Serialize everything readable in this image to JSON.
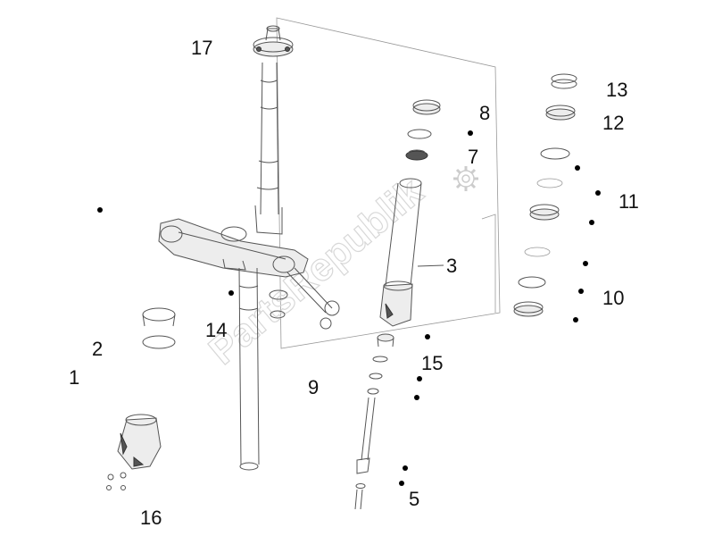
{
  "watermark": "PartsRepublik",
  "labels": {
    "l1": "1",
    "l2": "2",
    "l3": "3",
    "l5": "5",
    "l7": "7",
    "l8": "8",
    "l9": "9",
    "l10": "10",
    "l11": "11",
    "l12": "12",
    "l13": "13",
    "l14": "14",
    "l15": "15",
    "l16": "16",
    "l17": "17"
  },
  "icons": {
    "watermark_gear": "gear-icon"
  }
}
